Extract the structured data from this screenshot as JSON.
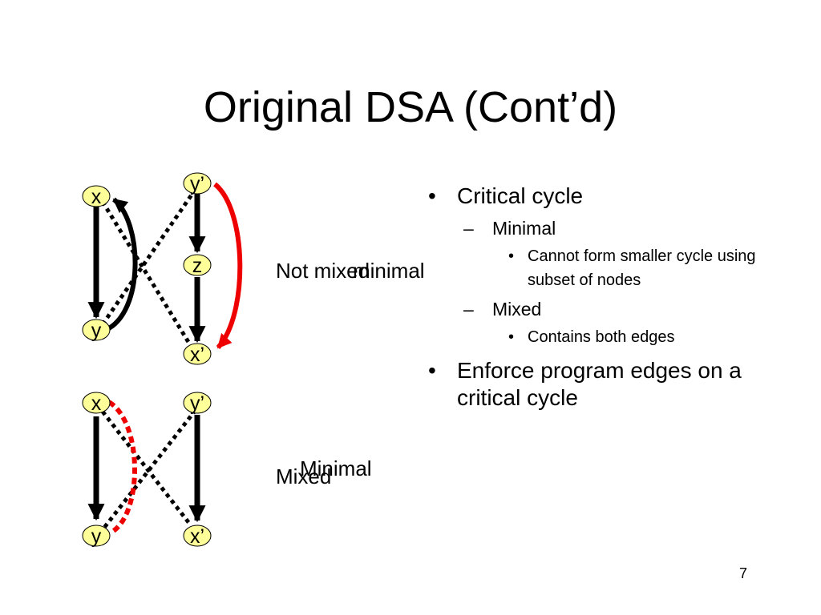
{
  "slide": {
    "title": "Original DSA (Cont’d)",
    "page_number": "7"
  },
  "diagram_top": {
    "nodes": {
      "x": "x",
      "y": "y",
      "y_prime": "y’",
      "z": "z",
      "x_prime": "x’"
    },
    "labels": {
      "not_mixed": "Not mixed",
      "minimal": "minimal"
    }
  },
  "diagram_bottom": {
    "nodes": {
      "x": "x",
      "y": "y",
      "y_prime": "y’",
      "x_prime": "x’"
    },
    "labels": {
      "mixed": "Mixed",
      "minimal": "Minimal"
    }
  },
  "bullets": {
    "marks": {
      "level1": "•",
      "level2": "–",
      "level3": "•"
    },
    "critical_cycle": "Critical cycle",
    "minimal": "Minimal",
    "minimal_desc": "Cannot form smaller cycle using subset of nodes",
    "mixed": "Mixed",
    "mixed_desc": "Contains both edges",
    "enforce": "Enforce program edges on a critical cycle"
  },
  "colors": {
    "node_fill": "#ffff99",
    "conflict_highlight": "#ee0000",
    "edge": "#000000"
  }
}
